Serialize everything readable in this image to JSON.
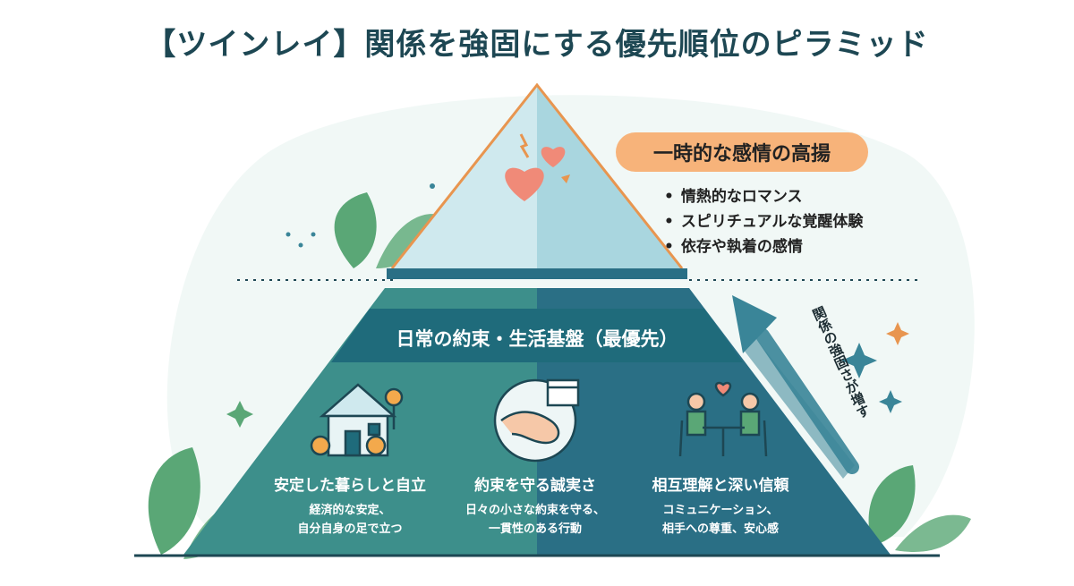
{
  "title": "【ツインレイ】関係を強固にする優先順位のピラミッド",
  "top_tier": {
    "label": "一時的な感情の高揚",
    "bullets": [
      "情熱的なロマンス",
      "スピリチュアルな覚醒体験",
      "依存や執着の感情"
    ],
    "icon": "hearts-icon"
  },
  "base_band": {
    "label": "日常の約束・生活基盤（最優先）"
  },
  "pillars": [
    {
      "icon": "house-key-icon",
      "title": "安定した暮らしと自立",
      "desc": [
        "経済的な安定、",
        "自分自身の足で立つ"
      ]
    },
    {
      "icon": "handshake-icon",
      "title": "約束を守る誠実さ",
      "desc": [
        "日々の小さな約束を守る、",
        "一貫性のある行動"
      ]
    },
    {
      "icon": "couple-table-icon",
      "title": "相互理解と深い信頼",
      "desc": [
        "コミュニケーション、",
        "相手への尊重、安心感"
      ]
    }
  ],
  "arrow": {
    "label": "関係の強固さが増す",
    "icon": "up-arrow-icon"
  },
  "colors": {
    "title": "#1d4753",
    "apex_light": "#cfe9ee",
    "apex_dark": "#a9d6df",
    "band": "#1f6b7b",
    "base_left": "#3d8f8b",
    "base_right": "#2a6f85",
    "badge": "#f7b37a",
    "outline": "#e8954f",
    "arrow": "#3a8598",
    "leaf": "#5aa776"
  }
}
